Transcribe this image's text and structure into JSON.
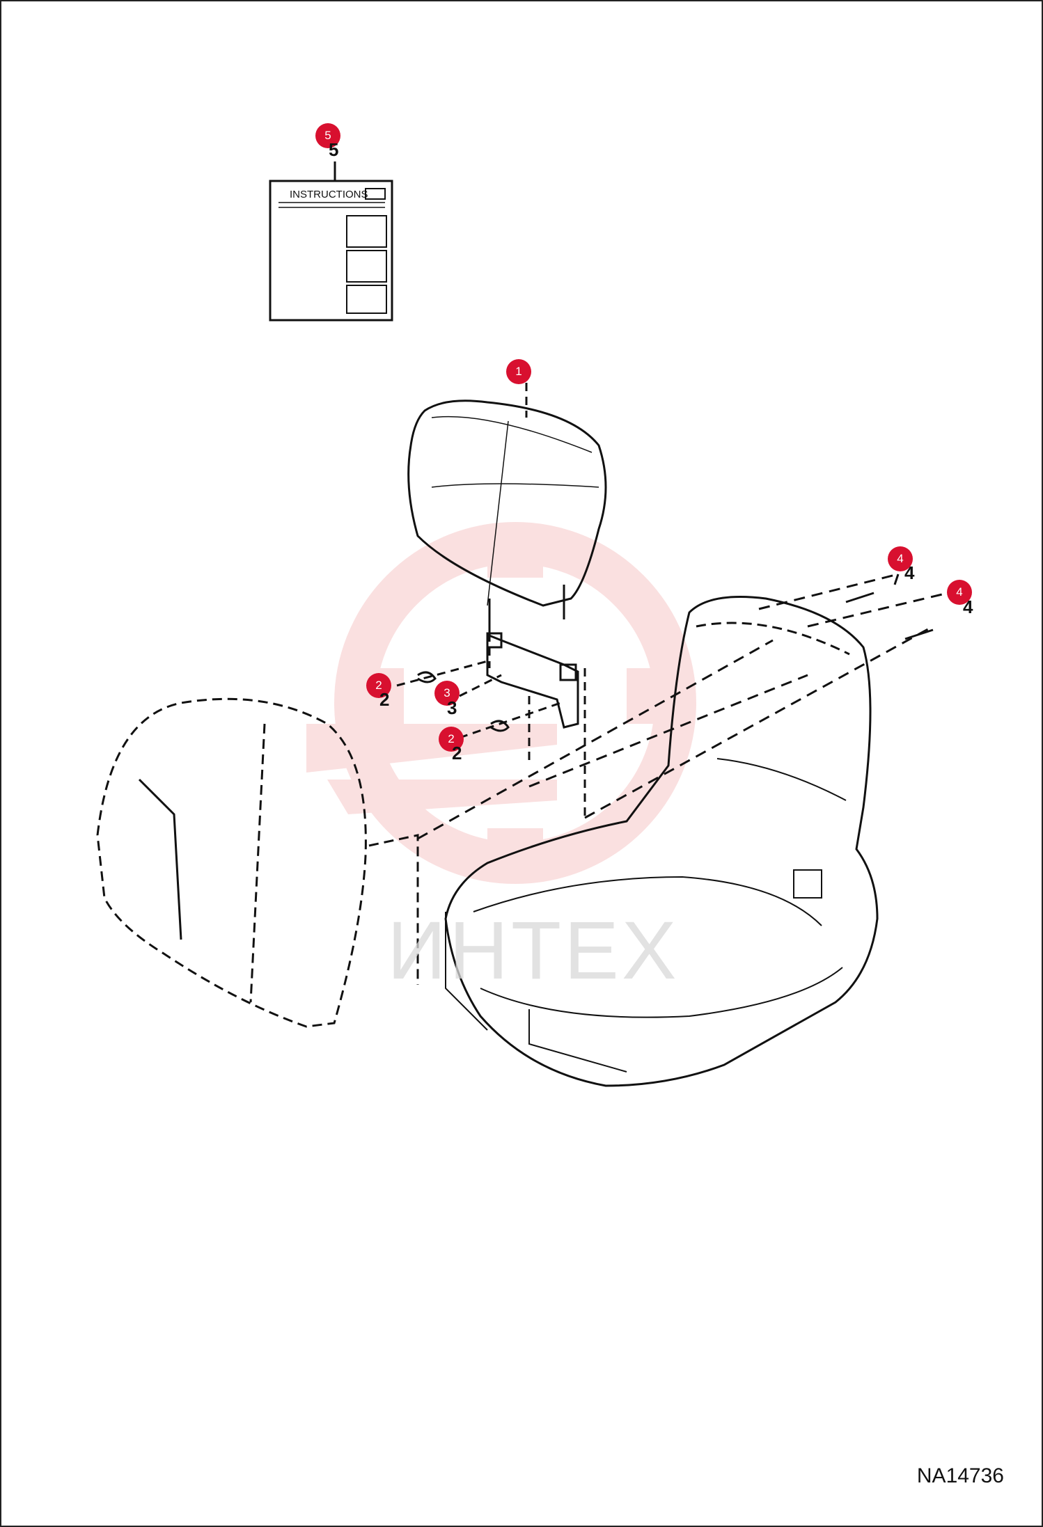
{
  "figure_id": "NA14736",
  "watermark_text": "ИНТЕХ",
  "instructions_sheet": {
    "title": "INSTRUCTIONS"
  },
  "callouts": [
    {
      "number": "5",
      "part_number": "5"
    },
    {
      "number": "1",
      "part_number": ""
    },
    {
      "number": "4",
      "part_number": "4"
    },
    {
      "number": "4",
      "part_number": "4"
    },
    {
      "number": "2",
      "part_number": "2"
    },
    {
      "number": "3",
      "part_number": "3"
    },
    {
      "number": "2",
      "part_number": "2"
    }
  ],
  "colors": {
    "callout_fill": "#d8102f",
    "line": "#111111",
    "watermark": "#f3b5b5"
  }
}
